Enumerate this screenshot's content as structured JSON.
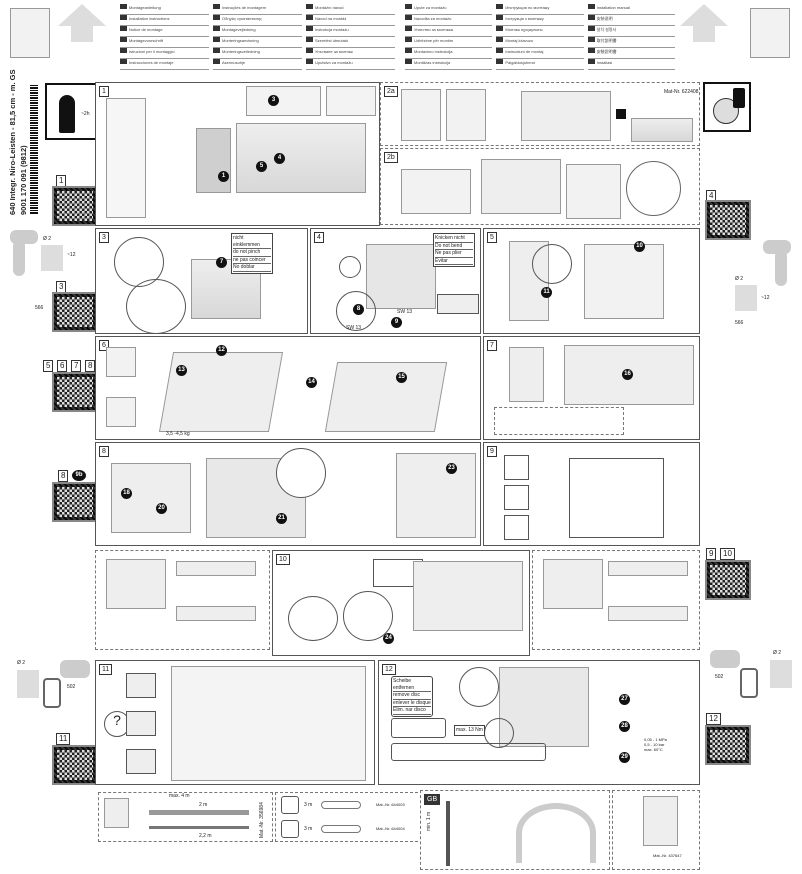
{
  "header": {
    "languages_left": [
      "Montageanleitung",
      "Installation instructions",
      "Notice de montage",
      "Montagevoorschrift",
      "Istruzioni per il montaggio",
      "Instrucciones de montaje",
      "Instruções de montagem",
      "Οδηγίες εγκατάστασης",
      "Montagevejledning",
      "Monteringsanvisning",
      "Monteringsveiledning",
      "Asennusohje",
      "Montážní návod",
      "Návod na montáž",
      "Instrukcja montażu",
      "Szerelési útmutató",
      "Упътване за монтаж",
      "Uputstvo za montažu"
    ],
    "languages_right": [
      "Upute za montažu",
      "Navodila za montažo",
      "Упатство за монтажа",
      "Udhëzime për montim",
      "Montavimo instrukcija",
      "Montāžas instrukcija",
      "Инструкция по монтажу",
      "Інструкція з монтажу",
      "Монтаж нұсқаулығы",
      "Montaj kılavuzu",
      "Instrucțiuni de montaj",
      "Paigaldusjuhend",
      "Installation manual",
      "安装说明",
      "설치 설명서",
      "取付説明書",
      "安裝說明書",
      "Installasi"
    ]
  },
  "product": {
    "title": "640 Integr. Niro-Leisten - 81,5 cm - m. GS",
    "code": "9001 170 091 (9812)",
    "time": "~2h"
  },
  "qr_labels": [
    "1",
    "3",
    "4",
    "5",
    "6",
    "7",
    "8",
    "8",
    "9b",
    "9",
    "10",
    "11",
    "12"
  ],
  "panels": {
    "p1": "1",
    "p2a": "2a",
    "p2b": "2b",
    "p3": "3",
    "p4": "4",
    "p5": "5",
    "p6": "6",
    "p7": "7",
    "p8": "8",
    "p9": "9",
    "p10": "10",
    "p11": "11",
    "p12": "12",
    "gb": "GB"
  },
  "warning_pinch": [
    "nicht einklemmen",
    "do not pinch",
    "ne pas coincer",
    "No doblar"
  ],
  "warning_bend": [
    "Knicken nicht",
    "Do not bend",
    "Ne pas plier",
    "Evitar"
  ],
  "sw_labels": [
    "SW 13",
    "SW 13"
  ],
  "dims": {
    "drill_d": "Ø 2",
    "drill_depth": "~12",
    "dist_566": "566",
    "dist_502": "502",
    "max_nm": "max. 13 Nm",
    "weight": "3,5 -4,5 kg",
    "min_height": "min. 1 m",
    "hose_len": "max. 4 m",
    "hose2": "2 m",
    "hose3": "2,2 m",
    "pressure": "0,05 - 1 MPa\n0,5 - 10 bar\nmax. 60°C"
  },
  "remove_disc": [
    "Scheibe entfernen",
    "remove disc",
    "enlever le disque",
    "Elim. nar disco"
  ],
  "mat_nos": {
    "top": "Mat-Nr. 622408",
    "hose": "Mat.-Nr. 356984",
    "cable1": "Mat.-Nr. 644003",
    "cable2": "Mat.-Nr. 644004",
    "gb": "Mat.-Nr. 437647"
  },
  "cable_len": [
    "3 m",
    "3 m"
  ],
  "colors": {
    "border": "#555555",
    "drawing": "#dddddd",
    "black": "#111111"
  }
}
